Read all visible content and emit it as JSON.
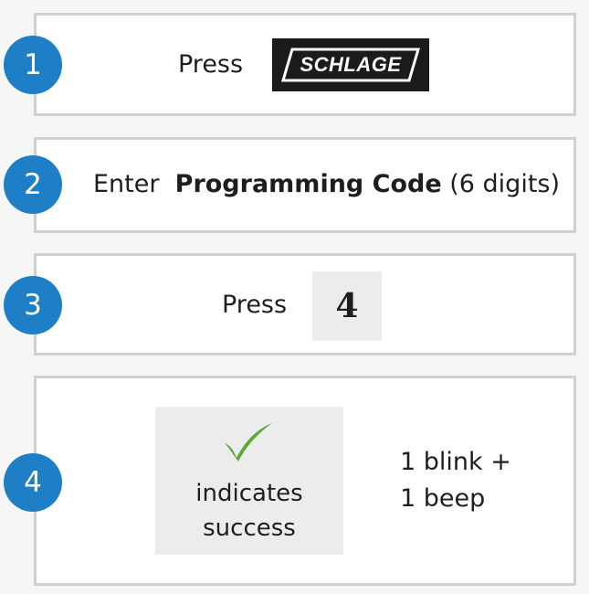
{
  "colors": {
    "badge": "#1f7fc6",
    "card_border": "#d0d0d0",
    "check_green": "#5da832",
    "logo_bg": "#1b1b1b",
    "key_bg": "#ececec"
  },
  "steps": [
    {
      "number": "1",
      "press_label": "Press",
      "logo_text": "SCHLAGE",
      "icon": "schlage-logo"
    },
    {
      "number": "2",
      "prefix": "Enter",
      "bold_text": "Programming Code",
      "suffix": "(6 digits)"
    },
    {
      "number": "3",
      "press_label": "Press",
      "key": "4"
    },
    {
      "number": "4",
      "icon": "check-icon",
      "success_line1": "indicates",
      "success_line2": "success",
      "feedback_line1": "1 blink +",
      "feedback_line2": "1 beep"
    }
  ]
}
